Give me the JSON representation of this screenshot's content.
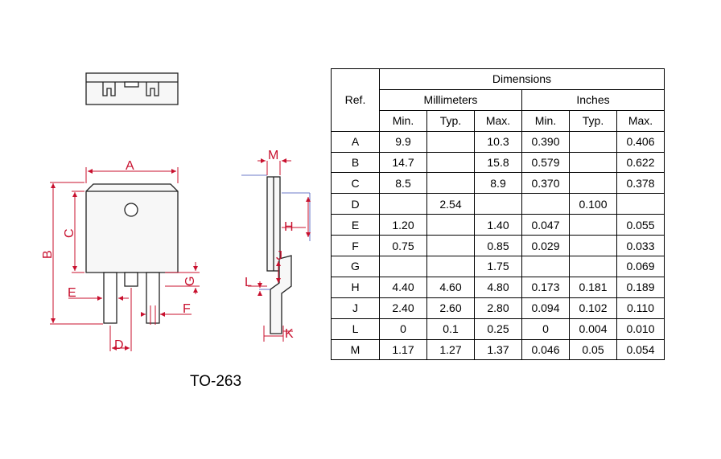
{
  "package_name": "TO-263",
  "drawing_labels": {
    "A": "A",
    "B": "B",
    "C": "C",
    "D": "D",
    "E": "E",
    "F": "F",
    "G": "G",
    "H": "H",
    "J": "J",
    "K": "K",
    "L": "L",
    "M": "M"
  },
  "colors": {
    "dimension": "#c8102e",
    "outline": "#222222",
    "guide": "#3b4fb8",
    "body_fill": "#f7f7f7"
  },
  "table": {
    "title": "Dimensions",
    "ref_header": "Ref.",
    "unit_headers": [
      "Millimeters",
      "Inches"
    ],
    "sub_headers": [
      "Min.",
      "Typ.",
      "Max.",
      "Min.",
      "Typ.",
      "Max."
    ],
    "rows": [
      {
        "ref": "A",
        "values": [
          "9.9",
          "",
          "10.3",
          "0.390",
          "",
          "0.406"
        ]
      },
      {
        "ref": "B",
        "values": [
          "14.7",
          "",
          "15.8",
          "0.579",
          "",
          "0.622"
        ]
      },
      {
        "ref": "C",
        "values": [
          "8.5",
          "",
          "8.9",
          "0.370",
          "",
          "0.378"
        ]
      },
      {
        "ref": "D",
        "values": [
          "",
          "2.54",
          "",
          "",
          "0.100",
          ""
        ]
      },
      {
        "ref": "E",
        "values": [
          "1.20",
          "",
          "1.40",
          "0.047",
          "",
          "0.055"
        ]
      },
      {
        "ref": "F",
        "values": [
          "0.75",
          "",
          "0.85",
          "0.029",
          "",
          "0.033"
        ]
      },
      {
        "ref": "G",
        "values": [
          "",
          "",
          "1.75",
          "",
          "",
          "0.069"
        ]
      },
      {
        "ref": "H",
        "values": [
          "4.40",
          "4.60",
          "4.80",
          "0.173",
          "0.181",
          "0.189"
        ]
      },
      {
        "ref": "J",
        "values": [
          "2.40",
          "2.60",
          "2.80",
          "0.094",
          "0.102",
          "0.110"
        ]
      },
      {
        "ref": "L",
        "values": [
          "0",
          "0.1",
          "0.25",
          "0",
          "0.004",
          "0.010"
        ]
      },
      {
        "ref": "M",
        "values": [
          "1.17",
          "1.27",
          "1.37",
          "0.046",
          "0.05",
          "0.054"
        ]
      }
    ]
  }
}
